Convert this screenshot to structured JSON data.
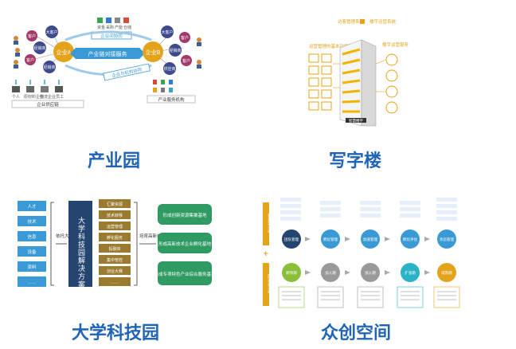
{
  "captions": {
    "industrial_park": "产业园",
    "office_building": "写字楼",
    "university_park": "大学科技园",
    "maker_space": "众创空间"
  },
  "industrial_park": {
    "center": "产业链对接服务",
    "enterprise_a": "企业A",
    "enterprise_b": "企业B",
    "top_bar": "企业间协同",
    "bottom_bar": "企业与机构协同",
    "node_customer": "客户",
    "node_big_customer": "大客户",
    "node_distributor": "经销商",
    "node_supplier": "供应商",
    "supply_chain_label": "企业供应链",
    "service_org_label": "产业服务机构",
    "top_icons": [
      "资金",
      "采购",
      "产能",
      "仓储"
    ],
    "bottom_items": [
      "个人",
      "原材料企业",
      "物流企业",
      "员工"
    ]
  },
  "office_building": {
    "top_label_left": "访客管理系统",
    "top_label_right": "楼宇运营系统",
    "left_title": "运营管理的基本功能服务",
    "right_title": "楼宇运营服务",
    "building_sign": "智慧楼宇"
  },
  "university_park": {
    "left_items": [
      "人才",
      "技术",
      "信息",
      "设备",
      "资料",
      "……"
    ],
    "left_label": "依托大学的资源",
    "center_label": "大学科技园解决方案",
    "middle_items": [
      "汇聚资源",
      "技术转移",
      "运营管理",
      "孵化服务",
      "投融资",
      "集中管控",
      "创业大赛",
      "……"
    ],
    "right_label": "培育高新技术企业",
    "outputs": [
      "形成创新资源集聚基地",
      "形成高新技术企业孵化基地",
      "形成专项特色产业综合服务基地"
    ]
  },
  "maker_space": {
    "row1_label": "管理生态",
    "row2_label": "服务生态",
    "row1_steps": [
      "团队管理",
      "孵化管理",
      "加速管理",
      "孵化评估",
      "状态管理"
    ],
    "row2_steps": [
      "孵育期",
      "加入期",
      "加入期",
      "扩张期",
      "成熟期"
    ]
  },
  "colors": {
    "caption_blue": "#1f64b5",
    "brown": "#9a7b2f",
    "navy": "#24456f",
    "green": "#2f9a62",
    "sky": "#3a9ad6",
    "gold": "#f0b400",
    "teal": "#2ab3c7"
  }
}
